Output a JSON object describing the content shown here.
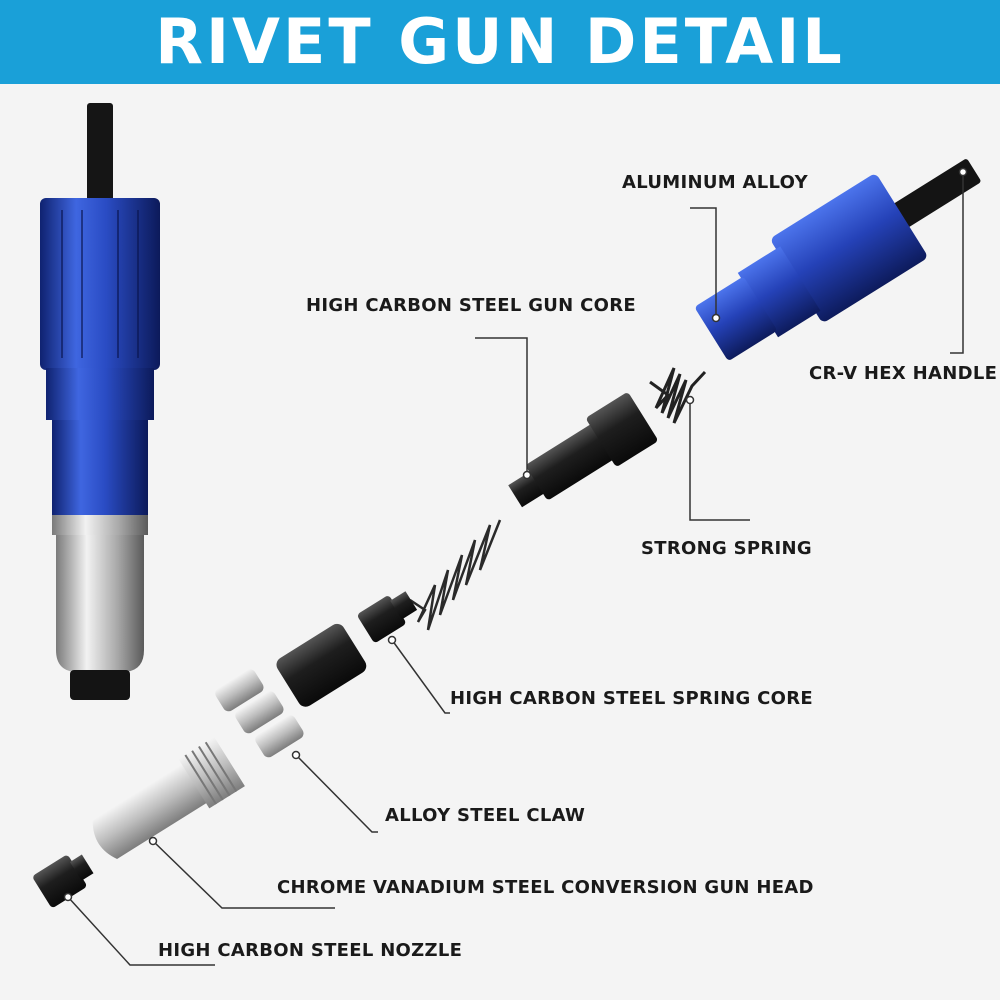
{
  "header": {
    "title": "RIVET GUN DETAIL"
  },
  "labels": {
    "aluminum_alloy": "ALUMINUM ALLOY",
    "gun_core": "HIGH CARBON STEEL GUN CORE",
    "hex_handle": "CR-V HEX HANDLE",
    "strong_spring": "STRONG SPRING",
    "spring_core": "HIGH CARBON STEEL SPRING CORE",
    "claw": "ALLOY STEEL CLAW",
    "gun_head": "CHROME VANADIUM STEEL CONVERSION GUN HEAD",
    "nozzle": "HIGH CARBON STEEL NOZZLE"
  },
  "colors": {
    "banner": "#1aa0d8",
    "anodized_blue": "#2746b8",
    "steel": "#c9c9c9",
    "black_steel": "#1c1c1c",
    "leader_line": "#333333"
  }
}
